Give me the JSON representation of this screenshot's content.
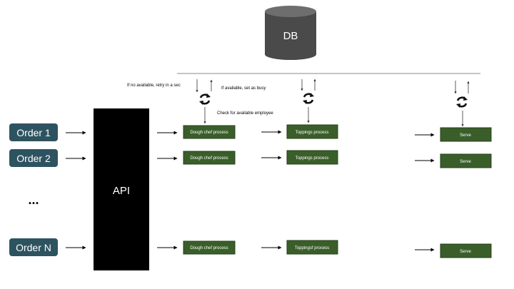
{
  "db": {
    "label": "DB"
  },
  "api": {
    "label": "API"
  },
  "orders": [
    "Order 1",
    "Order 2",
    "...",
    "Order N"
  ],
  "lanes": [
    {
      "dough": "Dough chef process",
      "toppings": "Toppings  process",
      "serve": "Serve"
    },
    {
      "dough": "Dough chef process",
      "toppings": "Toppings  process",
      "serve": "Serve"
    },
    {
      "dough": "Dough chef process",
      "toppings": "Toppingsf process",
      "serve": "Serve"
    }
  ],
  "notes": {
    "retry": "If no available, retry in a sec",
    "set_busy": "If available, set as busy",
    "check": "Check for available employee"
  },
  "colors": {
    "order_box": "#2e5360",
    "process_box": "#3a5e2a",
    "api_box": "#000000",
    "db_body": "#4a4a4a",
    "db_top": "#6e6e6e"
  },
  "icons": {
    "sync": "sync-icon",
    "database": "database-icon"
  }
}
